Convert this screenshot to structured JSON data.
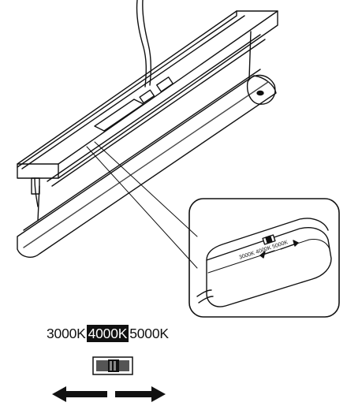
{
  "cct_switch": {
    "options": [
      "3000K",
      "4000K",
      "5000K"
    ],
    "selected": "4000K"
  },
  "switch_label_on_housing": "3000K  4000K  5000K",
  "icons": [
    "arrow-left-icon",
    "arrow-right-icon",
    "slide-switch-icon"
  ]
}
